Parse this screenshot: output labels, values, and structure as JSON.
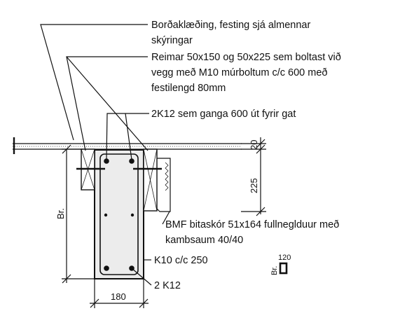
{
  "annotations": {
    "cladding_line1": "Borðaklæðing, festing sjá almennar",
    "cladding_line2": "skýringar",
    "joists_line1": "Reimar 50x150 og 50x225 sem boltast við",
    "joists_line2": "vegg með M10 múrboltum c/c 600 með",
    "joists_line3": "festilengd 80mm",
    "bars_top": "2K12 sem ganga 600 út fyrir gat",
    "hanger_line1": "BMF bitaskór 51x164 fullneglduur með",
    "hanger_line2": "kambsaum 40/40",
    "stirrups": "K10 c/c 250",
    "bars_bottom": "2 K12"
  },
  "dimensions": {
    "deck": "20",
    "joist_depth": "225",
    "beam_height": "Br.",
    "beam_width": "180",
    "small_section_width": "120",
    "small_section_height": "Br."
  }
}
